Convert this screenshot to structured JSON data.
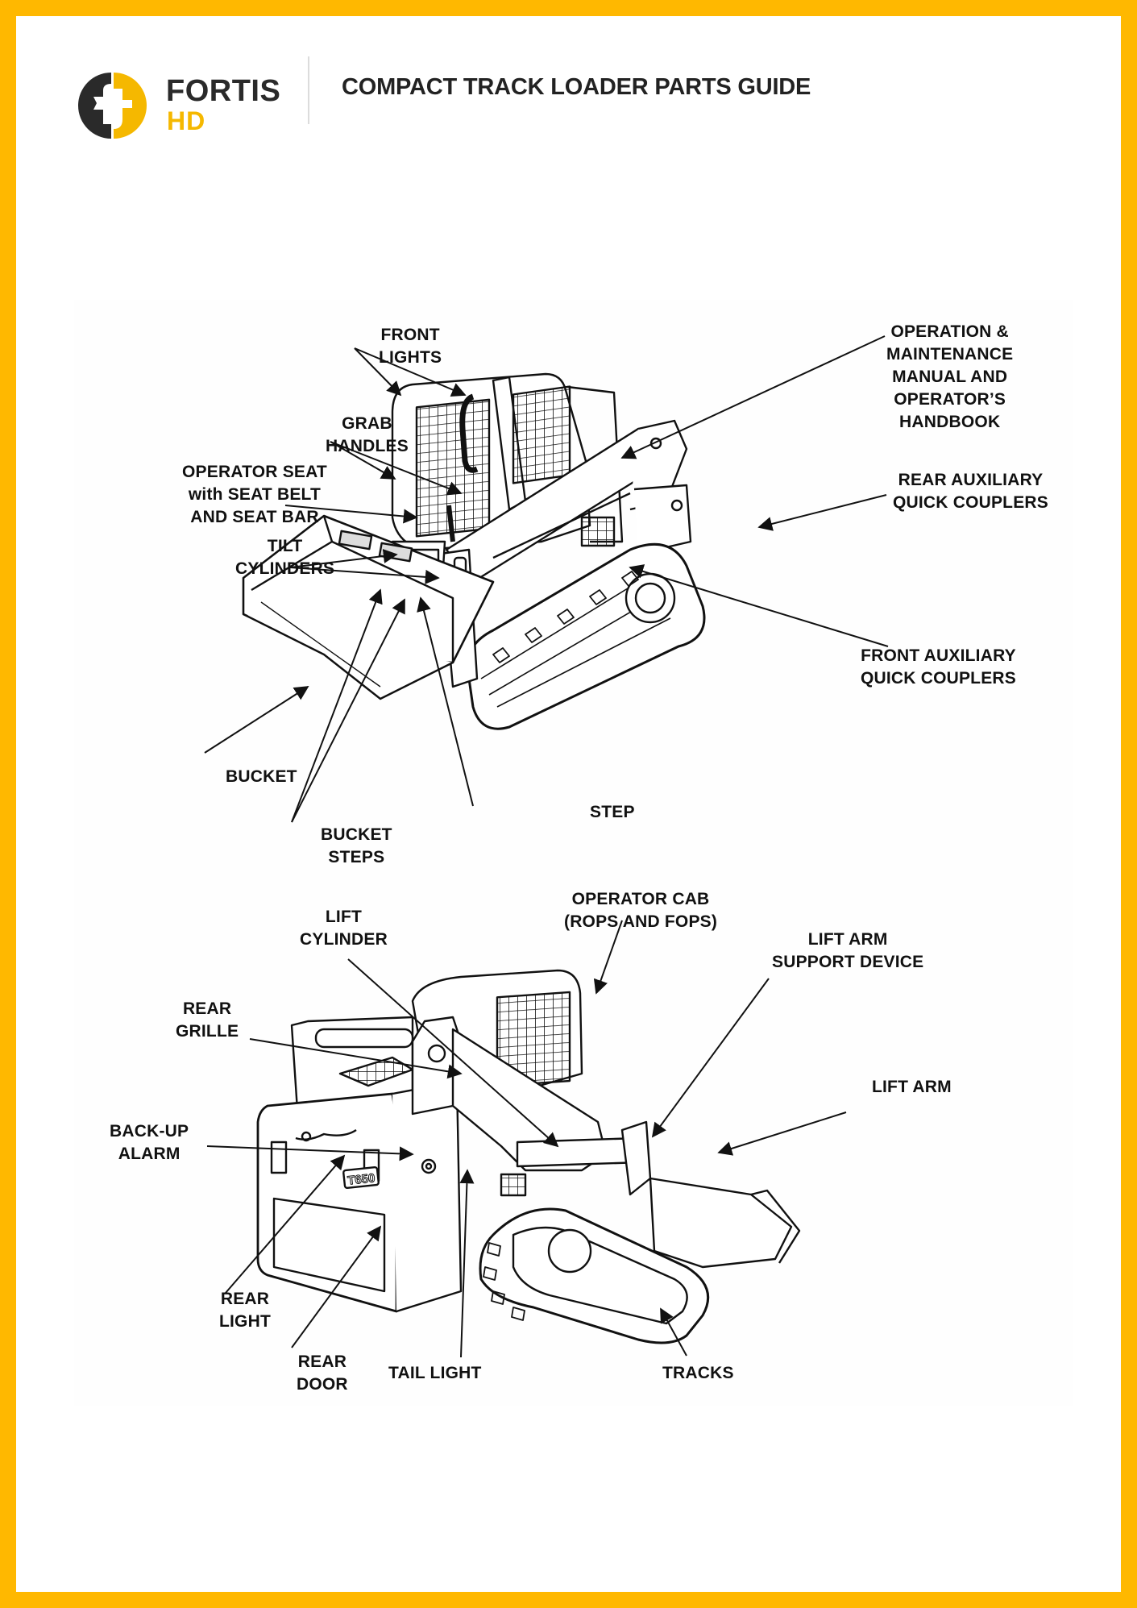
{
  "brand": {
    "word1": "FORTIS",
    "word2": "HD",
    "colors": {
      "accent": "#FFB800",
      "logo_yellow": "#F5B800",
      "logo_dark": "#2A2A2A",
      "title": "#222222"
    }
  },
  "header": {
    "title": "COMPACT TRACK LOADER PARTS GUIDE"
  },
  "figure_front": {
    "labels": {
      "front_lights": "FRONT\nLIGHTS",
      "grab_handles": "GRAB\nHANDLES",
      "operator_seat": "OPERATOR SEAT\nwith SEAT BELT\nAND SEAT BAR",
      "tilt_cylinders": "TILT\nCYLINDERS",
      "bucket": "BUCKET",
      "bucket_steps": "BUCKET\nSTEPS",
      "step": "STEP",
      "manual": "OPERATION &\nMAINTENANCE\nMANUAL AND\nOPERATOR’S\nHANDBOOK",
      "rear_aux_couplers": "REAR AUXILIARY\nQUICK COUPLERS",
      "front_aux_couplers": "FRONT AUXILIARY\nQUICK COUPLERS"
    }
  },
  "figure_rear": {
    "model_badge": "T650",
    "labels": {
      "lift_cylinder": "LIFT\nCYLINDER",
      "operator_cab": "OPERATOR CAB\n(ROPS AND FOPS)",
      "lift_arm_support": "LIFT ARM\nSUPPORT DEVICE",
      "rear_grille": "REAR\nGRILLE",
      "lift_arm": "LIFT ARM",
      "backup_alarm": "BACK-UP\nALARM",
      "rear_light": "REAR\nLIGHT",
      "rear_door": "REAR\nDOOR",
      "tail_light": "TAIL LIGHT",
      "tracks": "TRACKS"
    }
  }
}
